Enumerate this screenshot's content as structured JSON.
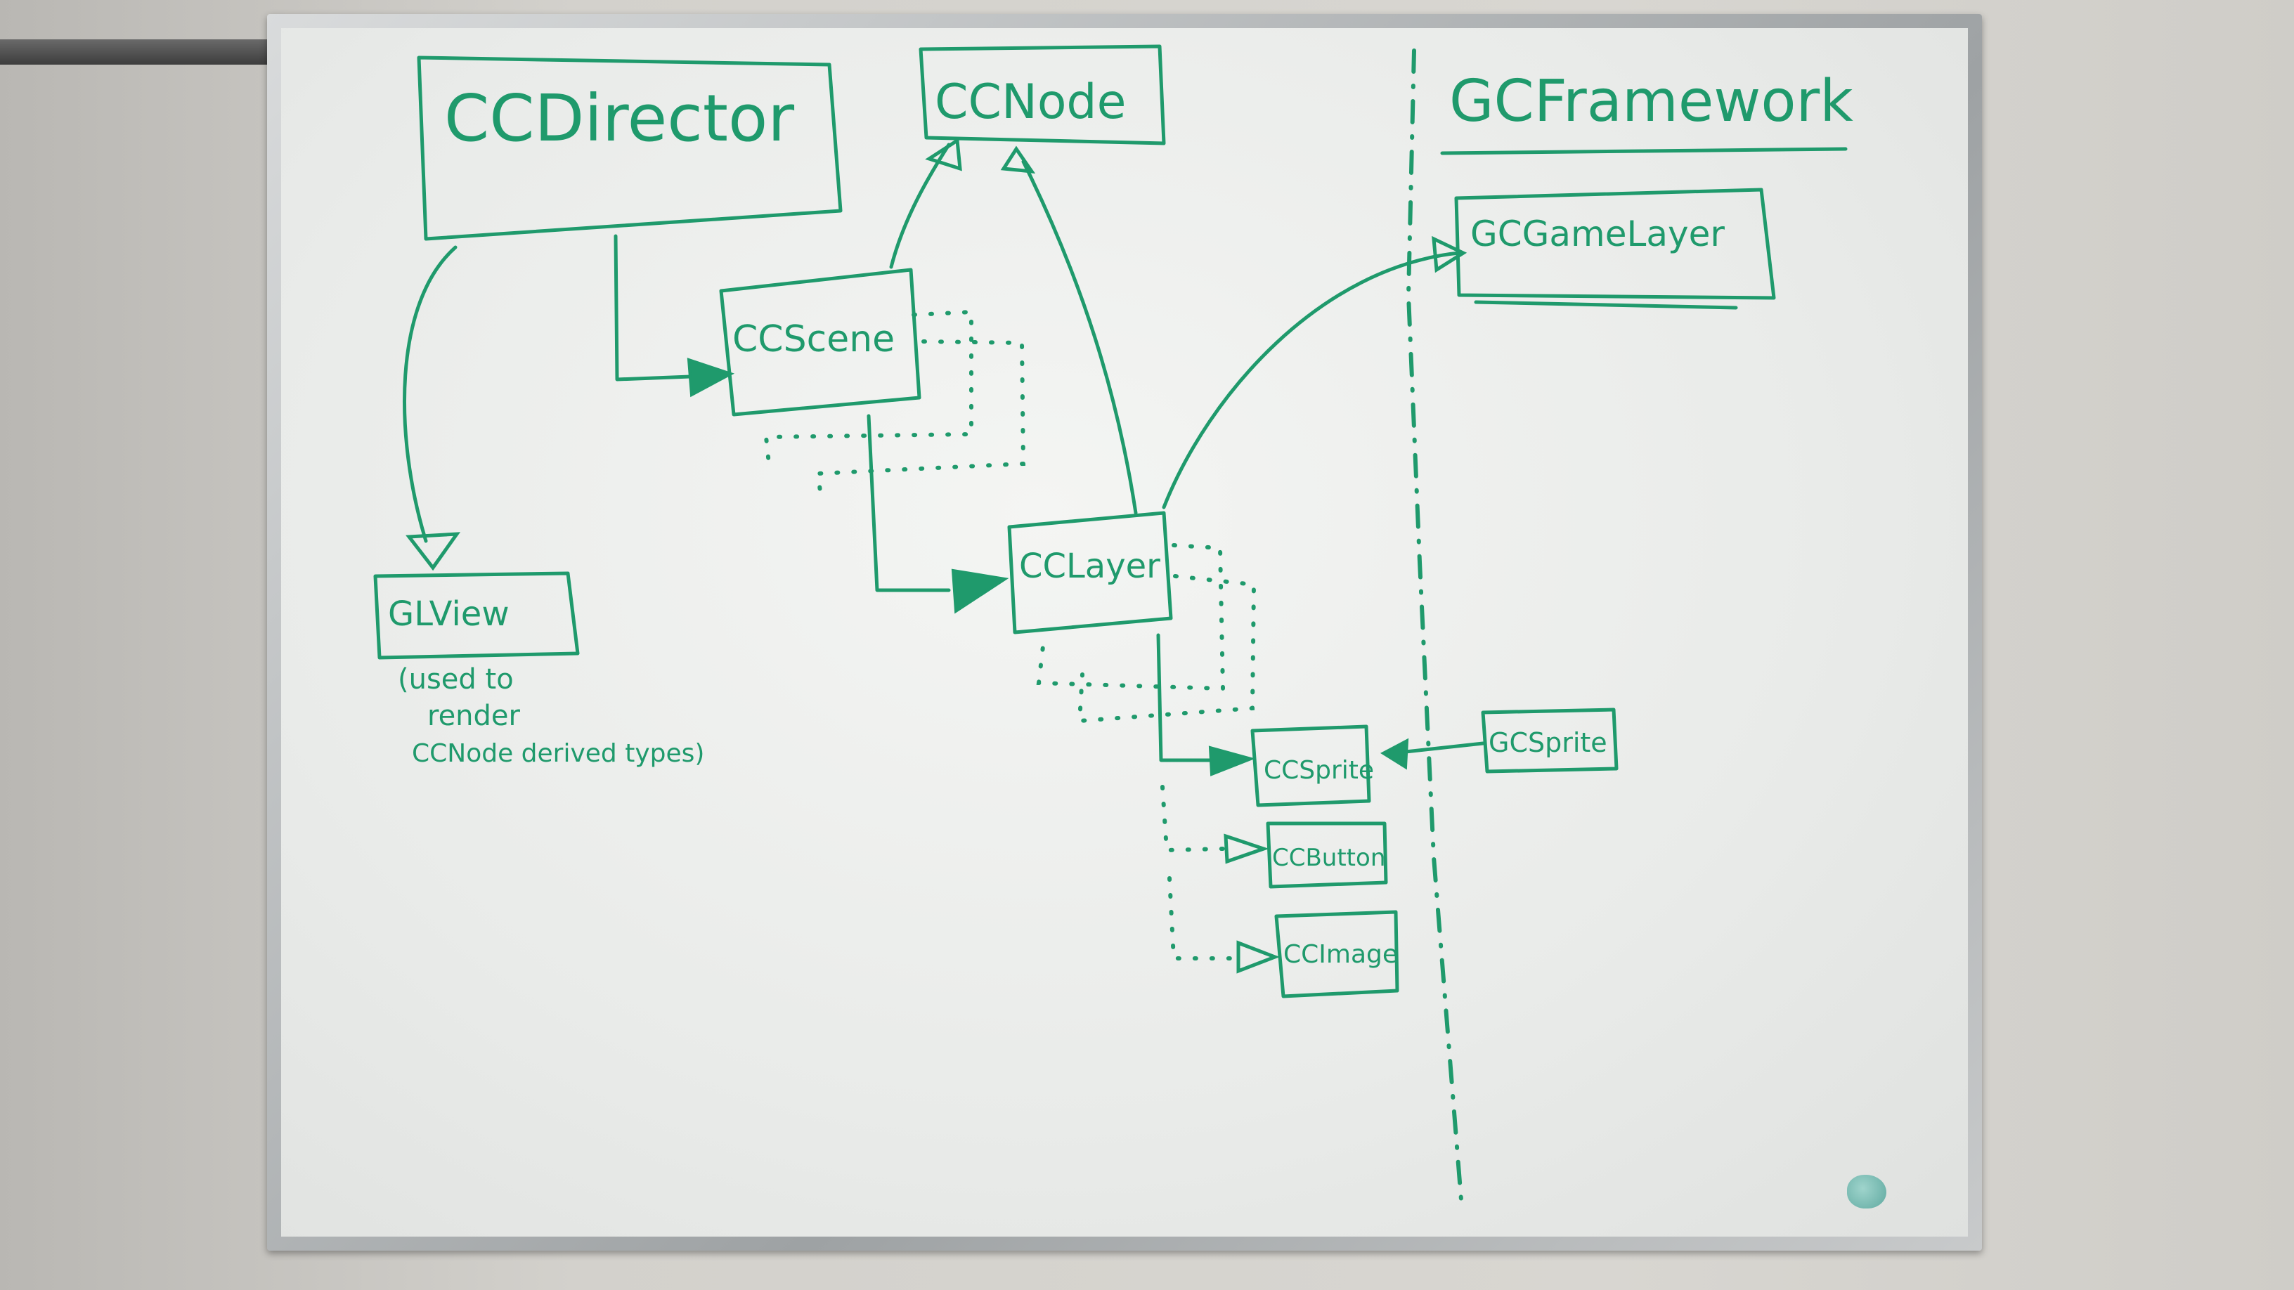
{
  "diagram": {
    "nodes": {
      "ccdirector": "CCDirector",
      "ccnode": "CCNode",
      "ccscene": "CCScene",
      "cclayer": "CCLayer",
      "glview": "GLView",
      "ccsprite": "CCSprite",
      "ccbutton": "CCButton",
      "ccimage": "CCImage",
      "gcgamelayer": "GCGameLayer",
      "gcsprite": "GCSprite"
    },
    "glview_note": [
      "(used to",
      "render",
      "CCNode derived types)"
    ],
    "framework_label": "GCFramework"
  },
  "colors": {
    "ink": "#1f9a6c",
    "board": "#eef0ee",
    "frame": "#b4b7b9"
  }
}
